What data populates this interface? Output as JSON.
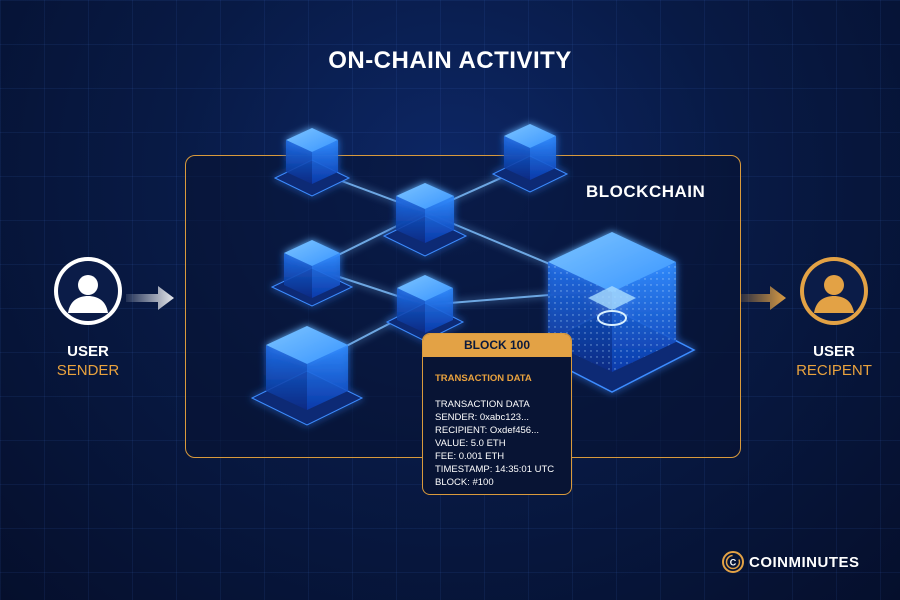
{
  "title": "ON-CHAIN ACTIVITY",
  "blockchain_label": "BLOCKCHAIN",
  "sender": {
    "line1": "USER",
    "line2": "SENDER",
    "icon": "user-icon"
  },
  "recipient": {
    "line1": "USER",
    "line2": "RECIPENT",
    "icon": "user-icon"
  },
  "block": {
    "header": "BLOCK 100",
    "section_title": "TRANSACTION DATA",
    "lines": [
      "TRANSACTION DATA",
      "SENDER: 0xabc123...",
      "RECIPIENT: Oxdef456...",
      "VALUE: 5.0 ETH",
      "FEE: 0.001 ETH",
      "TIMESTAMP: 14:35:01 UTC",
      "BLOCK: #100"
    ]
  },
  "brand": {
    "name": "COINMINUTES",
    "icon": "coinminutes-logo-icon"
  },
  "colors": {
    "accent": "#e3a245",
    "background": "#081a45",
    "node_glow": "#2f8bff"
  }
}
